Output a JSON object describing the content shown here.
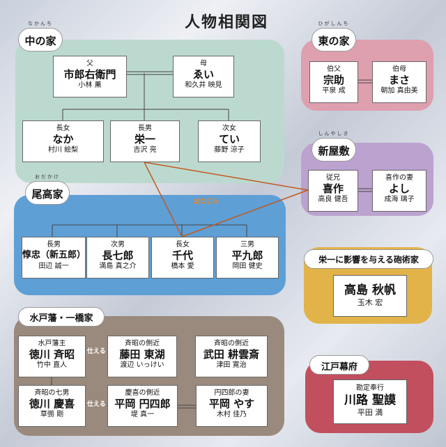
{
  "title": "人物相関図",
  "colors": {
    "naka": "#bcd9cf",
    "ota": "#5e9fd6",
    "mito": "#9a8a7d",
    "higashi": "#de9fae",
    "shinyashiki": "#bba2cf",
    "hojutsu": "#e2b349",
    "edo": "#c14f5e",
    "rival_line": "#c05a1f"
  },
  "groups": {
    "naka": {
      "name": "中の家",
      "ruby": "なかんち"
    },
    "ota": {
      "name": "尾高家",
      "ruby": "おだかけ"
    },
    "mito": {
      "name": "水戸藩・一橋家"
    },
    "higashi": {
      "name": "東の家",
      "ruby": "ひがしんち"
    },
    "shinyashiki": {
      "name": "新屋敷",
      "ruby": "しんやしき"
    },
    "hojutsu": {
      "name": "栄一に影響を与える砲術家"
    },
    "edo": {
      "name": "江戸幕府"
    }
  },
  "people": {
    "ichirouemon": {
      "role": "父",
      "name": "市郎右衛門",
      "actor": "小林 薫"
    },
    "ei": {
      "role": "母",
      "name": "ゑい",
      "actor": "和久井 映見"
    },
    "naka": {
      "role": "長女",
      "name": "なか",
      "actor": "村川 絵梨"
    },
    "eiichi": {
      "role": "長男",
      "name": "栄一",
      "actor": "吉沢 亮"
    },
    "tei": {
      "role": "次女",
      "name": "てい",
      "actor": "藤野 涼子"
    },
    "atsutada": {
      "role": "長男",
      "name": "惇忠（新五郎）",
      "actor": "田辺 誠一"
    },
    "choshichiro": {
      "role": "次男",
      "name": "長七郎",
      "actor": "満島 真之介"
    },
    "chiyo": {
      "role": "長女",
      "name": "千代",
      "actor": "橋本 愛"
    },
    "heikuro": {
      "role": "三男",
      "name": "平九郎",
      "actor": "岡田 健史"
    },
    "sosuke": {
      "role": "伯父",
      "name": "宗助",
      "actor": "平泉 成"
    },
    "masa": {
      "role": "伯母",
      "name": "まさ",
      "actor": "朝加 真由美"
    },
    "kisaku": {
      "role": "従兄",
      "name": "喜作",
      "actor": "高良 健吾"
    },
    "yoshi": {
      "role": "喜作の妻",
      "name": "よし",
      "actor": "成海 璃子"
    },
    "shuhan": {
      "name": "高島 秋帆",
      "actor": "玉木 宏"
    },
    "nariaki": {
      "role": "水戸藩主",
      "name": "徳川 斉昭",
      "actor": "竹中 直人"
    },
    "toko": {
      "role": "斉昭の側近",
      "name": "藤田 東湖",
      "actor": "渡辺 いっけい"
    },
    "kounsai": {
      "role": "斉昭の側近",
      "name": "武田 耕雲斎",
      "actor": "津田 寛治"
    },
    "yoshinobu": {
      "role": "斉昭の七男",
      "name": "徳川 慶喜",
      "actor": "草彅 剛"
    },
    "enshiro": {
      "role": "慶喜の側近",
      "name": "平岡 円四郎",
      "actor": "堤 真一"
    },
    "yasu": {
      "role": "円四郎の妻",
      "name": "平岡 やす",
      "actor": "木村 佳乃"
    },
    "kawaji": {
      "role": "勘定奉行",
      "name": "川路 聖謨",
      "actor": "平田 満"
    }
  },
  "labels": {
    "osananajimi": "幼なじみ",
    "tsukaeru": "仕える"
  }
}
